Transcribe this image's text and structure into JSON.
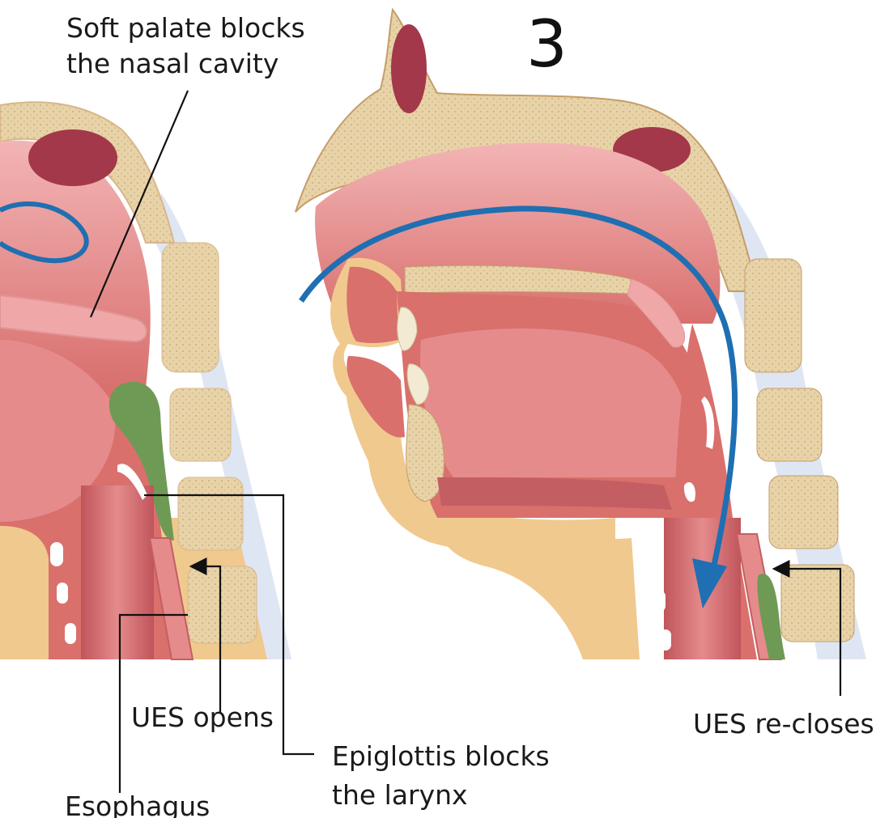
{
  "panel_number": "3",
  "labels": {
    "soft_palate_line1": "Soft palate blocks",
    "soft_palate_line2": "the nasal cavity",
    "ues_opens": "UES opens",
    "epiglottis_line1": "Epiglottis blocks",
    "epiglottis_line2": "the larynx",
    "esophagus": "Esophagus",
    "ues_recloses": "UES re-closes"
  },
  "colors": {
    "skin": "#f0c98e",
    "bone": "#e6cfa2",
    "tissue": "#d9706c",
    "tissue_light": "#f0a7a8",
    "cavity_dark": "#b34a55",
    "bolus": "#6f9a55",
    "flow_arrow": "#1f6fb2",
    "cartilage": "#ffffff",
    "disc": "#dfe6f3"
  }
}
